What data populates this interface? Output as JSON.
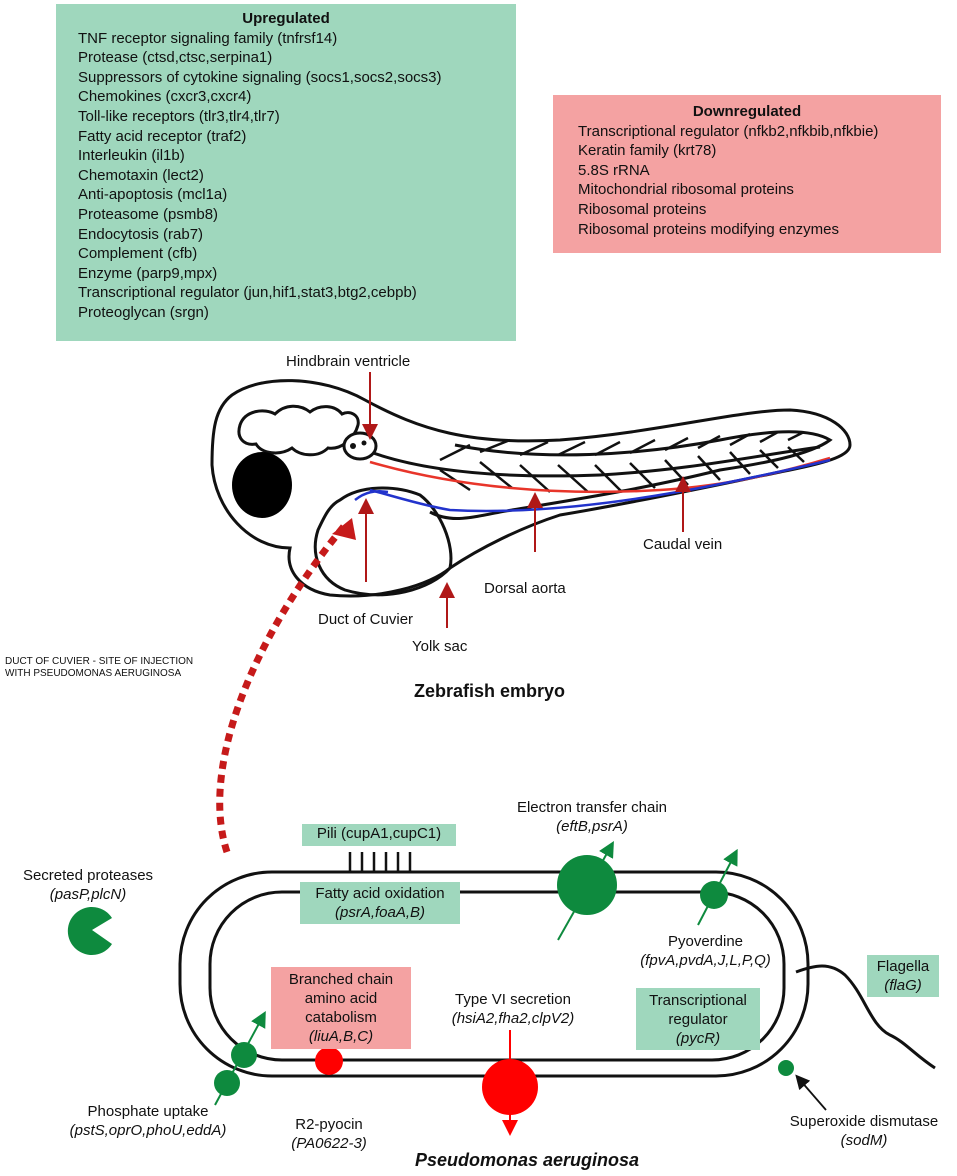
{
  "upregulated": {
    "header": "Upregulated",
    "items": [
      "TNF receptor signaling family (tnfrsf14)",
      "Protease (ctsd,ctsc,serpina1)",
      "Suppressors of cytokine signaling (socs1,socs2,socs3)",
      "Chemokines (cxcr3,cxcr4)",
      "Toll-like receptors (tlr3,tlr4,tlr7)",
      "Fatty acid receptor (traf2)",
      "Interleukin (il1b)",
      "Chemotaxin (lect2)",
      "Anti-apoptosis (mcl1a)",
      "Proteasome (psmb8)",
      "Endocytosis (rab7)",
      "Complement (cfb)",
      "Enzyme (parp9,mpx)",
      "Transcriptional regulator (jun,hif1,stat3,btg2,cebpb)",
      "Proteoglycan (srgn)"
    ]
  },
  "downregulated": {
    "header": "Downregulated",
    "items": [
      "Transcriptional regulator (nfkb2,nfkbib,nfkbie)",
      "Keratin family (krt78)",
      "5.8S rRNA",
      "Mitochondrial ribosomal proteins",
      "Ribosomal proteins",
      "Ribosomal proteins modifying enzymes"
    ]
  },
  "embryo": {
    "title": "Zebrafish embryo",
    "hindbrain": "Hindbrain ventricle",
    "caudal_vein": "Caudal vein",
    "dorsal_aorta": "Dorsal aorta",
    "duct": "Duct of Cuvier",
    "yolk": "Yolk sac",
    "injection_line1": "DUCT OF CUVIER - SITE OF INJECTION",
    "injection_line2": "WITH PSEUDOMONAS AERUGINOSA"
  },
  "bacterium": {
    "title": "Pseudomonas aeruginosa",
    "pili": "Pili (cupA1,cupC1)",
    "etc_line1": "Electron transfer chain",
    "etc_line2": "(eftB,psrA)",
    "secreted_line1": "Secreted proteases",
    "secreted_line2": "(pasP,plcN)",
    "fatty_line1": "Fatty acid oxidation",
    "fatty_line2": "(psrA,foaA,B)",
    "pyoverdine_line1": "Pyoverdine",
    "pyoverdine_line2": "(fpvA,pvdA,J,L,P,Q)",
    "flagella_line1": "Flagella",
    "flagella_line2": "(flaG)",
    "branched_line1": "Branched chain",
    "branched_line2": "amino acid",
    "branched_line3": "catabolism",
    "branched_line4": "(liuA,B,C)",
    "t6ss_line1": "Type VI secretion",
    "t6ss_line2": "(hsiA2,fha2,clpV2)",
    "tr_line1": "Transcriptional",
    "tr_line2": "regulator",
    "tr_line3": "(pycR)",
    "phosphate_line1": "Phosphate uptake",
    "phosphate_line2": "(pstS,oprO,phoU,eddA)",
    "pyocin_line1": "R2-pyocin",
    "pyocin_line2": "(PA0622-3)",
    "sod_line1": "Superoxide dismutase",
    "sod_line2": "(sodM)"
  },
  "colors": {
    "up_box": "#9fd7bd",
    "down_box": "#f4a2a2",
    "up_mark": "#0e8a3e",
    "down_mark": "#ff0000",
    "vessel_red": "#e8352a",
    "vessel_blue": "#2233cc",
    "arrow": "#b01818"
  }
}
